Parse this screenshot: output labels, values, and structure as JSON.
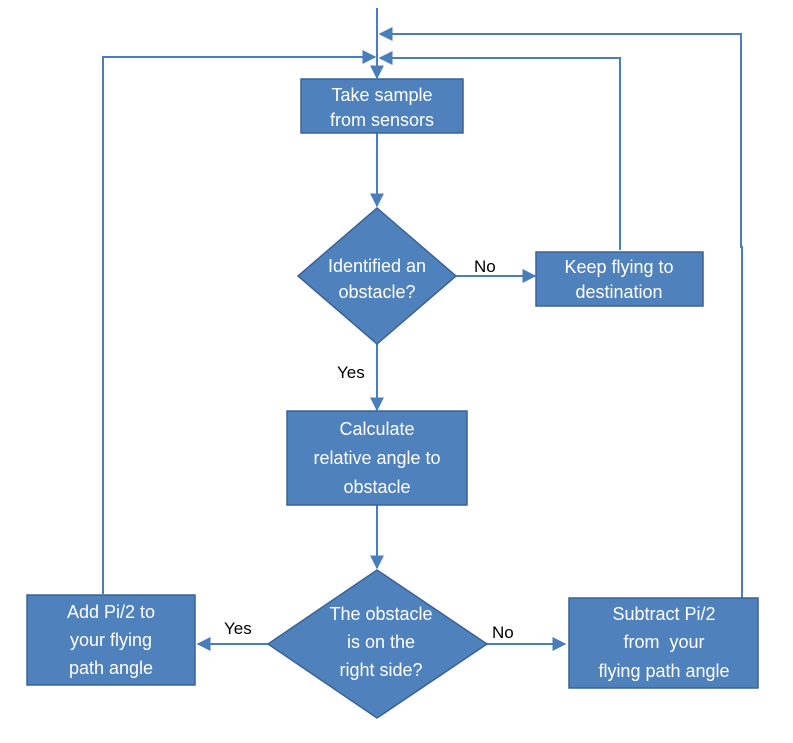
{
  "colors": {
    "node_fill": "#4f81bd",
    "node_stroke": "#3a6393",
    "edge": "#4a7ebb",
    "node_text": "#ffffff",
    "label_text": "#000000"
  },
  "nodes": {
    "take_sample": {
      "lines": [
        "Take sample",
        "from sensors"
      ]
    },
    "identified": {
      "lines": [
        "Identified an",
        "obstacle?"
      ]
    },
    "keep_flying": {
      "lines": [
        "Keep flying to",
        "destination"
      ]
    },
    "calculate": {
      "lines": [
        "Calculate",
        "relative angle to",
        "obstacle"
      ]
    },
    "right_side": {
      "lines": [
        "The obstacle",
        "is on the",
        "right side?"
      ]
    },
    "add_pi": {
      "lines": [
        "Add Pi/2 to",
        "your flying",
        "path angle"
      ]
    },
    "subtract_pi": {
      "lines": [
        "Subtract Pi/2",
        "from  your",
        "flying path angle"
      ]
    }
  },
  "edge_labels": {
    "no_top": "No",
    "yes_top": "Yes",
    "yes_bottom": "Yes",
    "no_bottom": "No"
  }
}
